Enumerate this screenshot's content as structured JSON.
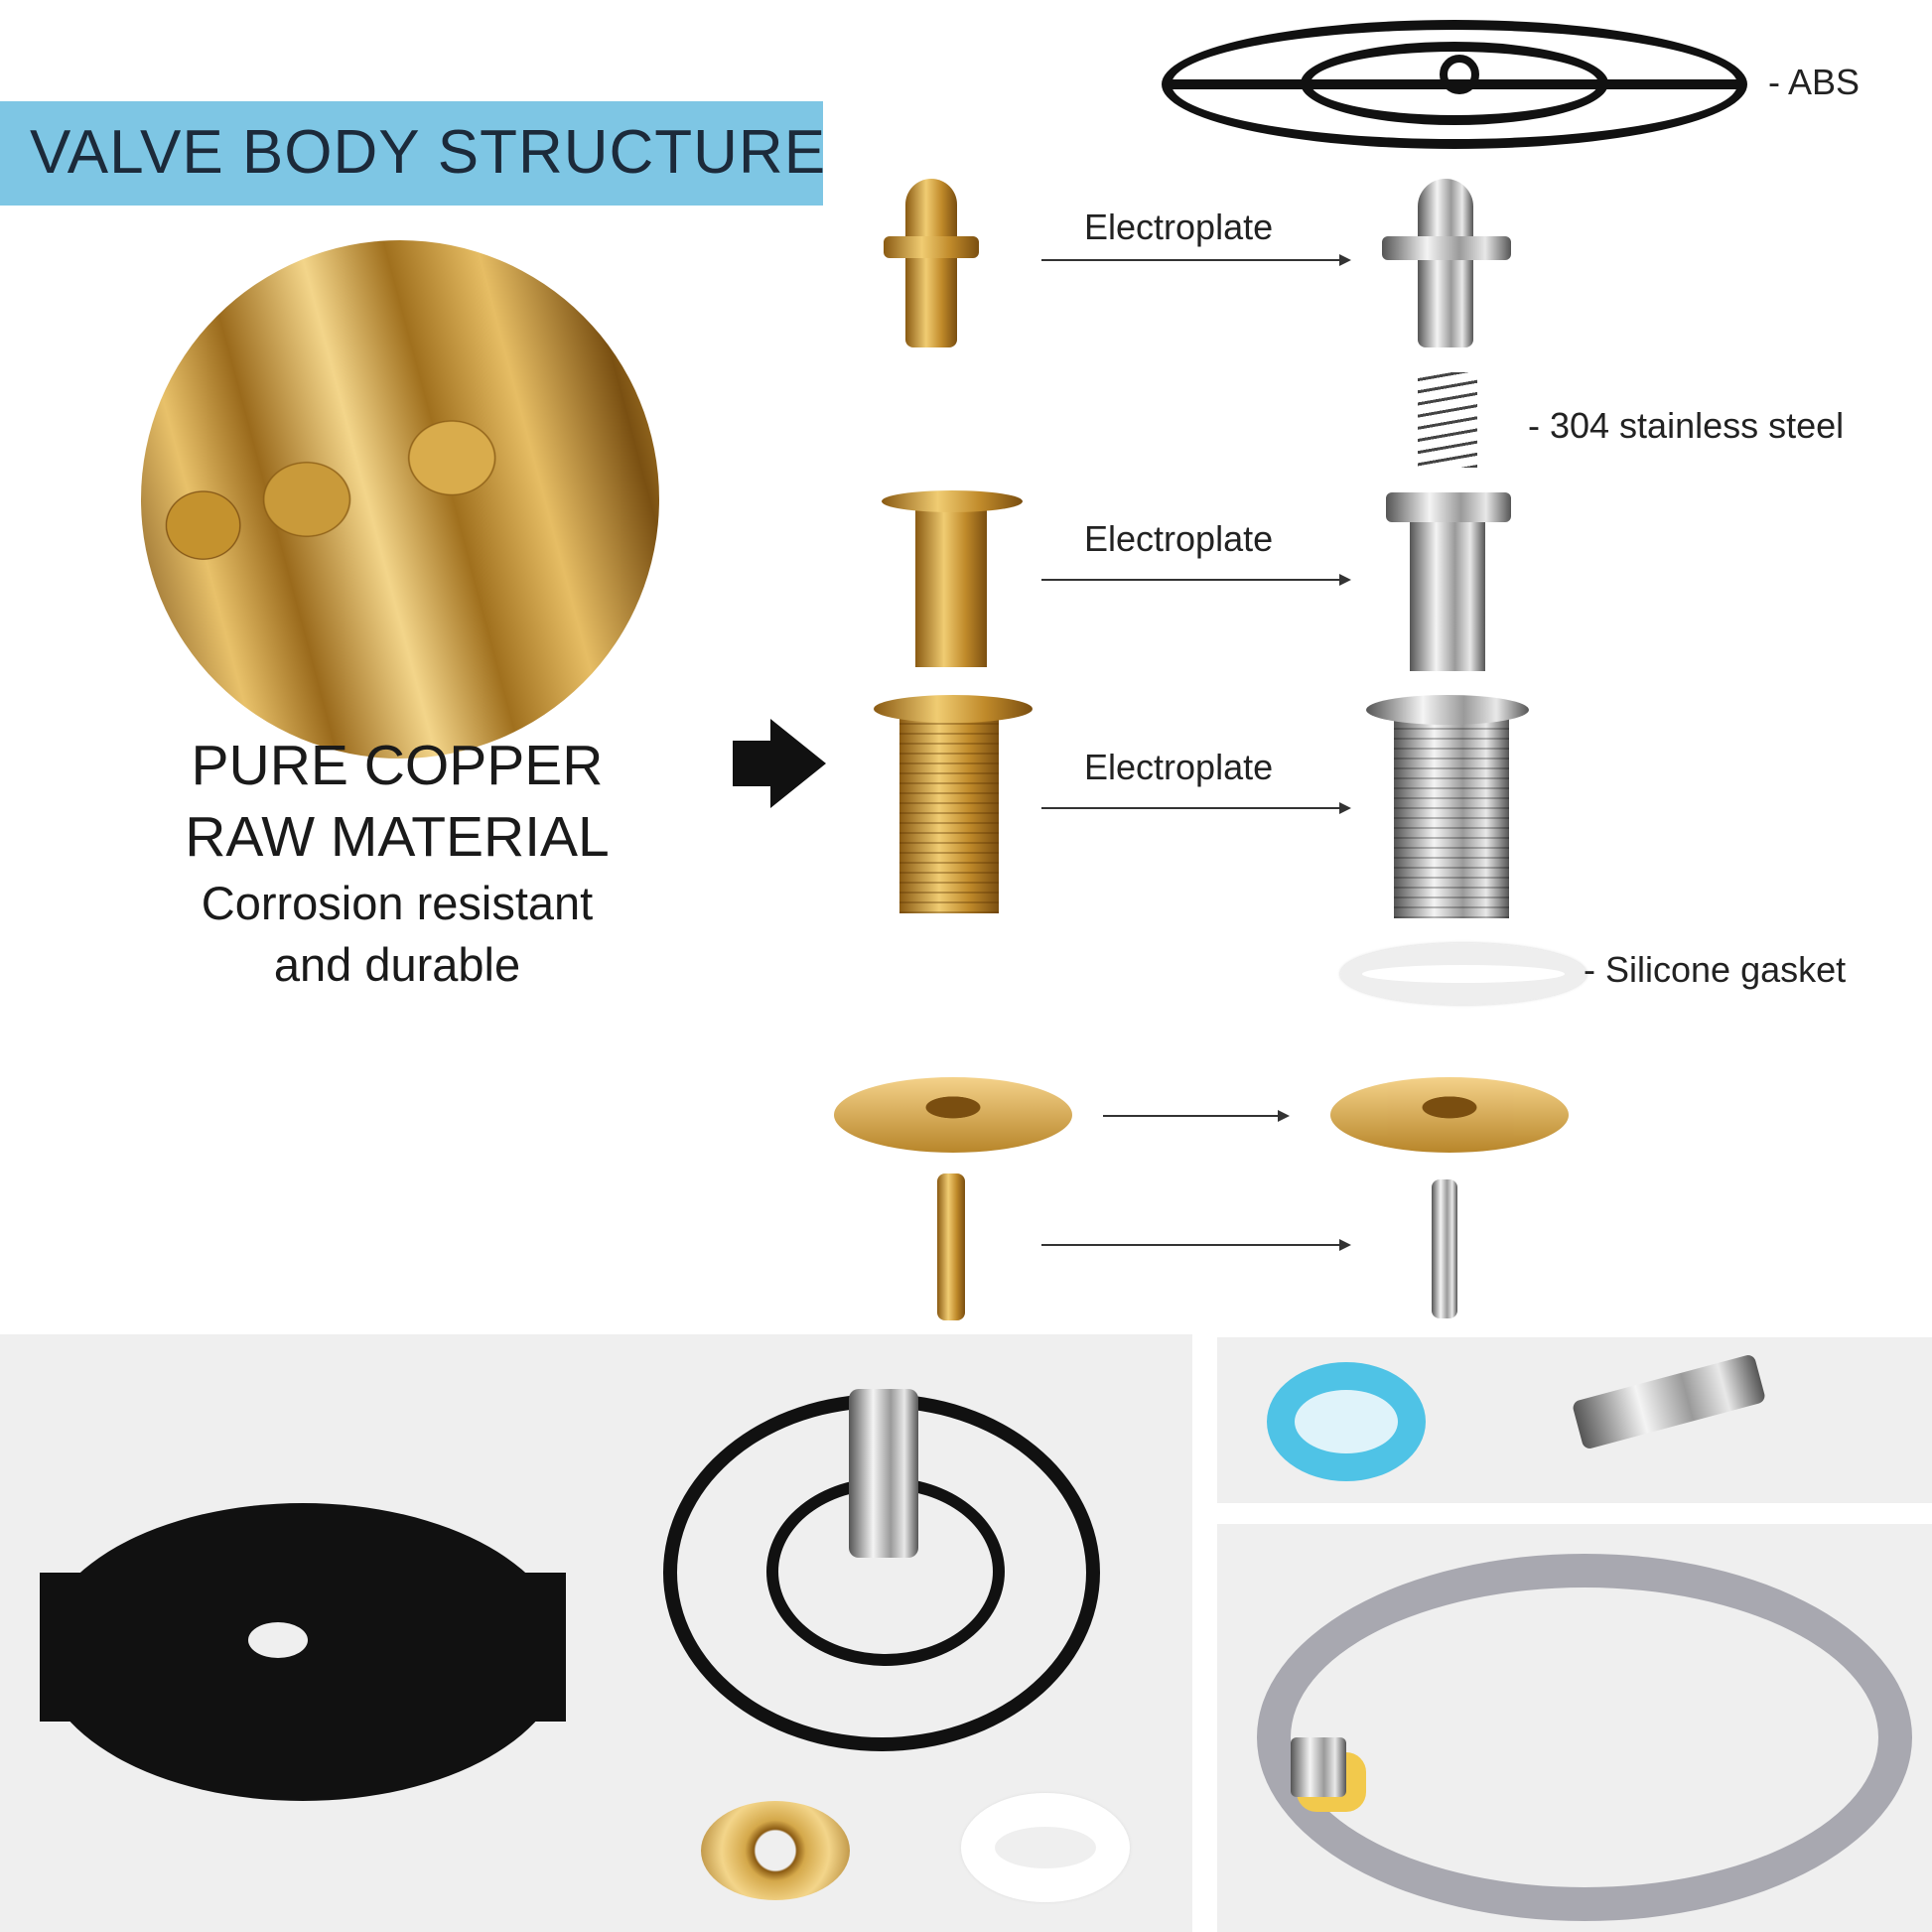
{
  "banner": {
    "title": "VALVE BODY STRUCTURE"
  },
  "material": {
    "line1": "PURE COPPER",
    "line2": "RAW MATERIAL",
    "line3": "Corrosion resistant",
    "line4": "and durable"
  },
  "process": {
    "step1": "Electroplate",
    "step2": "Electroplate",
    "step3": "Electroplate"
  },
  "callouts": {
    "abs": "- ABS",
    "spring": "- 304 stainless steel",
    "gasket": "- Silicone gasket"
  },
  "colors": {
    "banner": "#7ec6e4",
    "brass": "#d4a84a",
    "chrome": "#c8c8c8"
  }
}
